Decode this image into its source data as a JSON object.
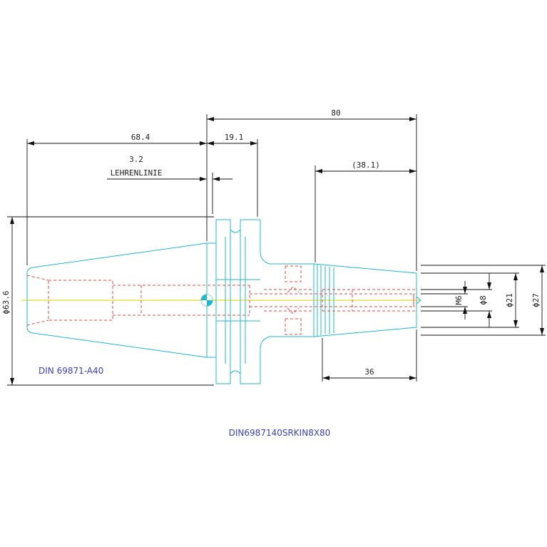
{
  "drawing": {
    "dimensions": {
      "overall_length": "80",
      "taper_length": "68.4",
      "flange_width": "19.1",
      "gauge_offset": "3.2",
      "gauge_line_label": "LEHRENLINIE",
      "front_length": "(38.1)",
      "bore_depth": "36",
      "taper_diameter": "ϕ63.6",
      "thread": "M6",
      "bore_diameter": "ϕ8",
      "collar_diameter": "ϕ21",
      "nose_diameter": "ϕ27"
    },
    "standard_label": "DIN 69871-A40",
    "part_number": "DIN6987140SRKIN8X80"
  },
  "colors": {
    "outline": "#1fb8cf",
    "hidden_lines": "#e8463a",
    "dimensions": "#111111",
    "centerline": "#e5d000",
    "labels": "#3a3fc4"
  }
}
